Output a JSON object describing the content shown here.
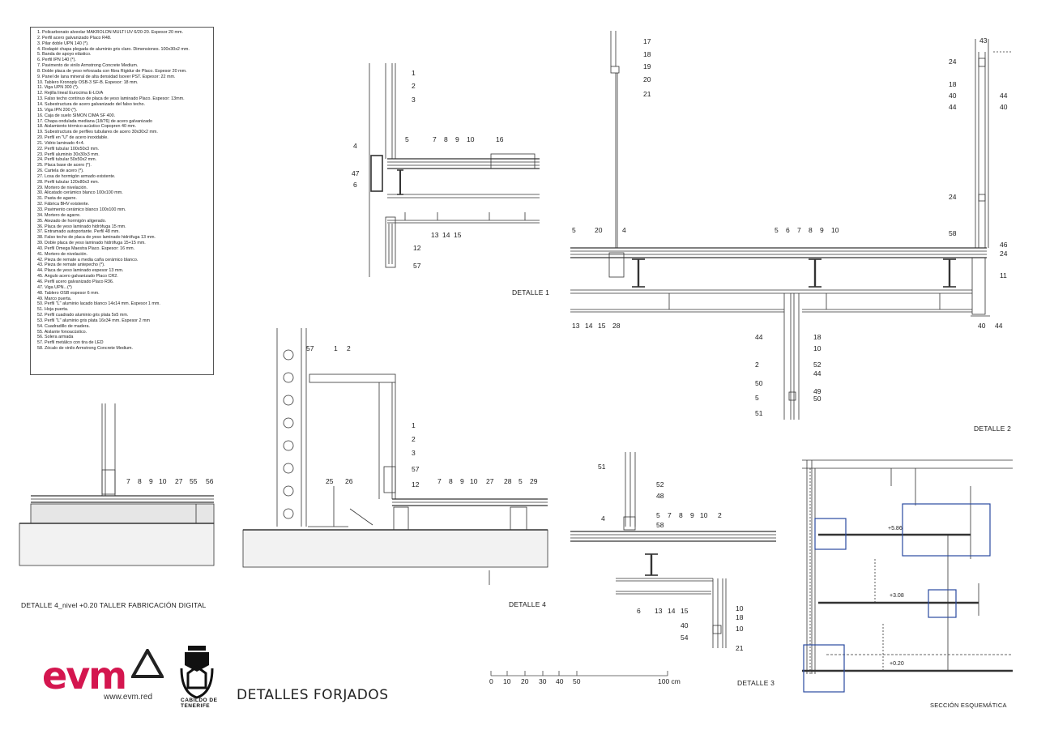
{
  "legend": [
    "1. Policarbonato alveolar MAKROLON MULTI UV 6/20-20. Espesor 20 mm.",
    "2. Perfil acero galvanizado Placo R48.",
    "3. Pilar doble UPN 140 (*).",
    "4. Rodapié chapa plegada de aluminio gris claro. Dimensiones. 100x30x2 mm.",
    "5. Banda de apoyo elástico.",
    "6. Perfil IPN 140 (*).",
    "7. Pavimento de vinilo Armstrong Concrete Medium.",
    "8. Doble placa de yeso reforzada con fibra Rigidur de Placo. Espesor 20 mm.",
    "9. Panel de lana mineral de alta densidad Isover PST. Espesor: 22 mm.",
    "10. Tablero Kronoply OSB-3 SF-B. Espesor: 18 mm.",
    "11. Viga UPN 300 (*).",
    "12. Rejilla lineal Eurocima E-LO/A",
    "13. Falso techo continuo de placa de yeso laminado Placo. Espesor: 13mm.",
    "14. Subestructura de acero galvanizado del falso techo.",
    "15. Viga IPN 200 (*).",
    "16. Caja de suelo SIMON CIMA SF 400.",
    "17. Chapa ondulada mediana (18/76) de acero galvanizado",
    "18. Aislamiento térmico-acústico Copopren 40 mm.",
    "19. Subestructura de perfiles tubulares de acero 30x30x2 mm.",
    "20. Perfil en \"U\" de acero inoxidable.",
    "21. Vidrio laminado 4+4.",
    "22. Perfil tubular 100x50x3 mm.",
    "23. Perfil aluminio 30x30x3 mm.",
    "24. Perfil tubular 50x50x2 mm.",
    "25. Placa base de acero (*).",
    "26. Cartela de acero (*).",
    "27. Losa de hormigón armado existente.",
    "28. Perfil tubular 120x80x3 mm.",
    "29. Mortero de nivelación.",
    "30. Alicatado cerámico blanco 100x100 mm.",
    "31. Pasta de agarre.",
    "32. Fábrica BHV existente.",
    "33. Pavimento cerámico blanco 100x100 mm.",
    "34. Mortero de agarre.",
    "35. Atezado de hormigón aligerado.",
    "36. Placa de yeso laminado hidrófuga 15 mm.",
    "37. Entramado autoportante. Perfil 48 mm.",
    "38. Falso techo de placa de yeso laminado hidrófuga 13 mm.",
    "39. Doble placa de yeso laminado hidrófuga 15+15 mm.",
    "40. Perfil Omega Maestra Placo. Espesor: 16 mm.",
    "41. Mortero de nivelación.",
    "42. Pieza de remate a media caña cerámico blanco.",
    "43. Pieza de remate antepecho (*).",
    "44. Placa de yeso laminado espesor 13 mm.",
    "45. Ángulo acero galvanizado Placo CR2.",
    "46. Perfil acero galvanizado Placo R36.",
    "47. Viga UPN...(*)",
    "48. Tablero OSB espesor 6 mm.",
    "49. Marco puerta.",
    "50. Perfil \"L\" aluminio lacado blanco 14x14 mm. Espesor 1 mm.",
    "51. Hoja puerta.",
    "52. Perfil cuadrado aluminio gris plata 5x5 mm.",
    "53. Perfil \"L\" aluminio gris plata 16x34 mm. Espesor 2 mm",
    "54. Cuadradillo de madera.",
    "55. Aislante fonoacústico.",
    "56. Solera armada",
    "57. Perfil metálico con tira de LED",
    "58. Zócalo de vinilo Armstrong Concrete Medium."
  ],
  "captions": {
    "detalle1": "DETALLE 1",
    "detalle2": "DETALLE 2",
    "detalle3": "DETALLE 3",
    "detalle4": "DETALLE 4",
    "detalle4_nivel": "DETALLE 4_nivel +0.20 TALLER FABRICACIÓN DIGITAL",
    "seccion": "SECCIÓN ESQUEMÁTICA"
  },
  "title": "DETALLES FORJADOS",
  "brand": {
    "evm_logo": "evm",
    "evm_url": "www.evm.red",
    "cabildo": "CABILDO DE TENERIFE",
    "accent_color": "#d4164f"
  },
  "scale": {
    "ticks": [
      "0",
      "10",
      "20",
      "30",
      "40",
      "50"
    ],
    "end": "100 cm"
  },
  "section_levels": [
    "+5.86",
    "+3.08",
    "+0.20"
  ],
  "callouts": {
    "d1": [
      "1",
      "2",
      "3",
      "4",
      "47",
      "6",
      "5",
      "7",
      "8",
      "9",
      "10",
      "16",
      "13",
      "14",
      "15",
      "12",
      "57"
    ],
    "d2": [
      "17",
      "18",
      "19",
      "20",
      "21",
      "5",
      "20",
      "4",
      "5",
      "6",
      "7",
      "8",
      "9",
      "10",
      "13",
      "14",
      "15",
      "28",
      "43",
      "24",
      "18",
      "40",
      "44",
      "44",
      "40",
      "24",
      "58",
      "46",
      "24",
      "11",
      "40",
      "44",
      "44",
      "18",
      "10",
      "2",
      "52",
      "44",
      "50",
      "49",
      "5",
      "50",
      "51"
    ],
    "d3": [
      "51",
      "52",
      "48",
      "4",
      "5",
      "7",
      "8",
      "9",
      "10",
      "2",
      "58",
      "6",
      "13",
      "14",
      "15",
      "10",
      "18",
      "40",
      "10",
      "54",
      "21"
    ],
    "d4": [
      "57",
      "1",
      "2",
      "1",
      "2",
      "3",
      "57",
      "12",
      "25",
      "26",
      "7",
      "8",
      "9",
      "10",
      "27",
      "28",
      "5",
      "29"
    ],
    "d4n": [
      "7",
      "8",
      "9",
      "10",
      "27",
      "55",
      "56"
    ]
  }
}
